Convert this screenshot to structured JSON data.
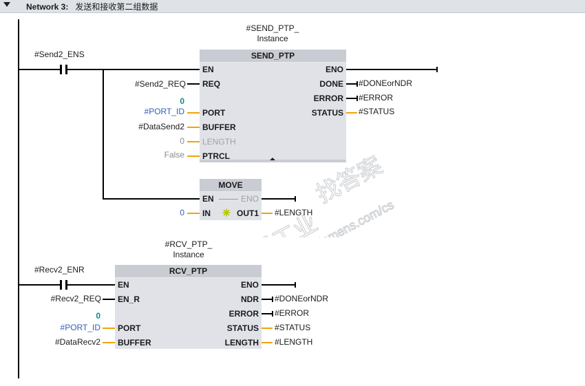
{
  "network": {
    "title": "Network 3:",
    "comment": "发送和接收第二组数据"
  },
  "send_ptp": {
    "instance_line1": "#SEND_PTP_",
    "instance_line2": "Instance",
    "title": "SEND_PTP",
    "pins_in": [
      "EN",
      "REQ",
      "PORT",
      "BUFFER",
      "LENGTH",
      "PTRCL"
    ],
    "pins_out": [
      "ENO",
      "DONE",
      "ERROR",
      "STATUS"
    ],
    "contact": "#Send2_ENS",
    "req_tag": "#Send2_REQ",
    "port_value": "0",
    "port_tag": "#PORT_ID",
    "buffer_tag": "#DataSend2",
    "length_tag": "0",
    "ptrcl_tag": "False",
    "done_tag": "#DONEorNDR",
    "error_tag": "#ERROR",
    "status_tag": "#STATUS"
  },
  "move": {
    "title": "MOVE",
    "pins_in": [
      "EN",
      "IN"
    ],
    "pins_out": [
      "ENO",
      "OUT1"
    ],
    "in_tag": "0",
    "out_tag": "#LENGTH"
  },
  "rcv_ptp": {
    "instance_line1": "#RCV_PTP_",
    "instance_line2": "Instance",
    "title": "RCV_PTP",
    "pins_in": [
      "EN",
      "EN_R",
      "PORT",
      "BUFFER"
    ],
    "pins_out": [
      "ENO",
      "NDR",
      "ERROR",
      "STATUS",
      "LENGTH"
    ],
    "contact": "#Recv2_ENR",
    "enr_tag": "#Recv2_REQ",
    "port_value": "0",
    "port_tag": "#PORT_ID",
    "buffer_tag": "#DataRecv2",
    "ndr_tag": "#DONEorNDR",
    "error_tag": "#ERROR",
    "status_tag": "#STATUS",
    "length_tag": "#LENGTH"
  },
  "watermark": {
    "line1": "西门子工业",
    "line2": "找答案",
    "line3": "support.industry.siemens.com/cs"
  }
}
